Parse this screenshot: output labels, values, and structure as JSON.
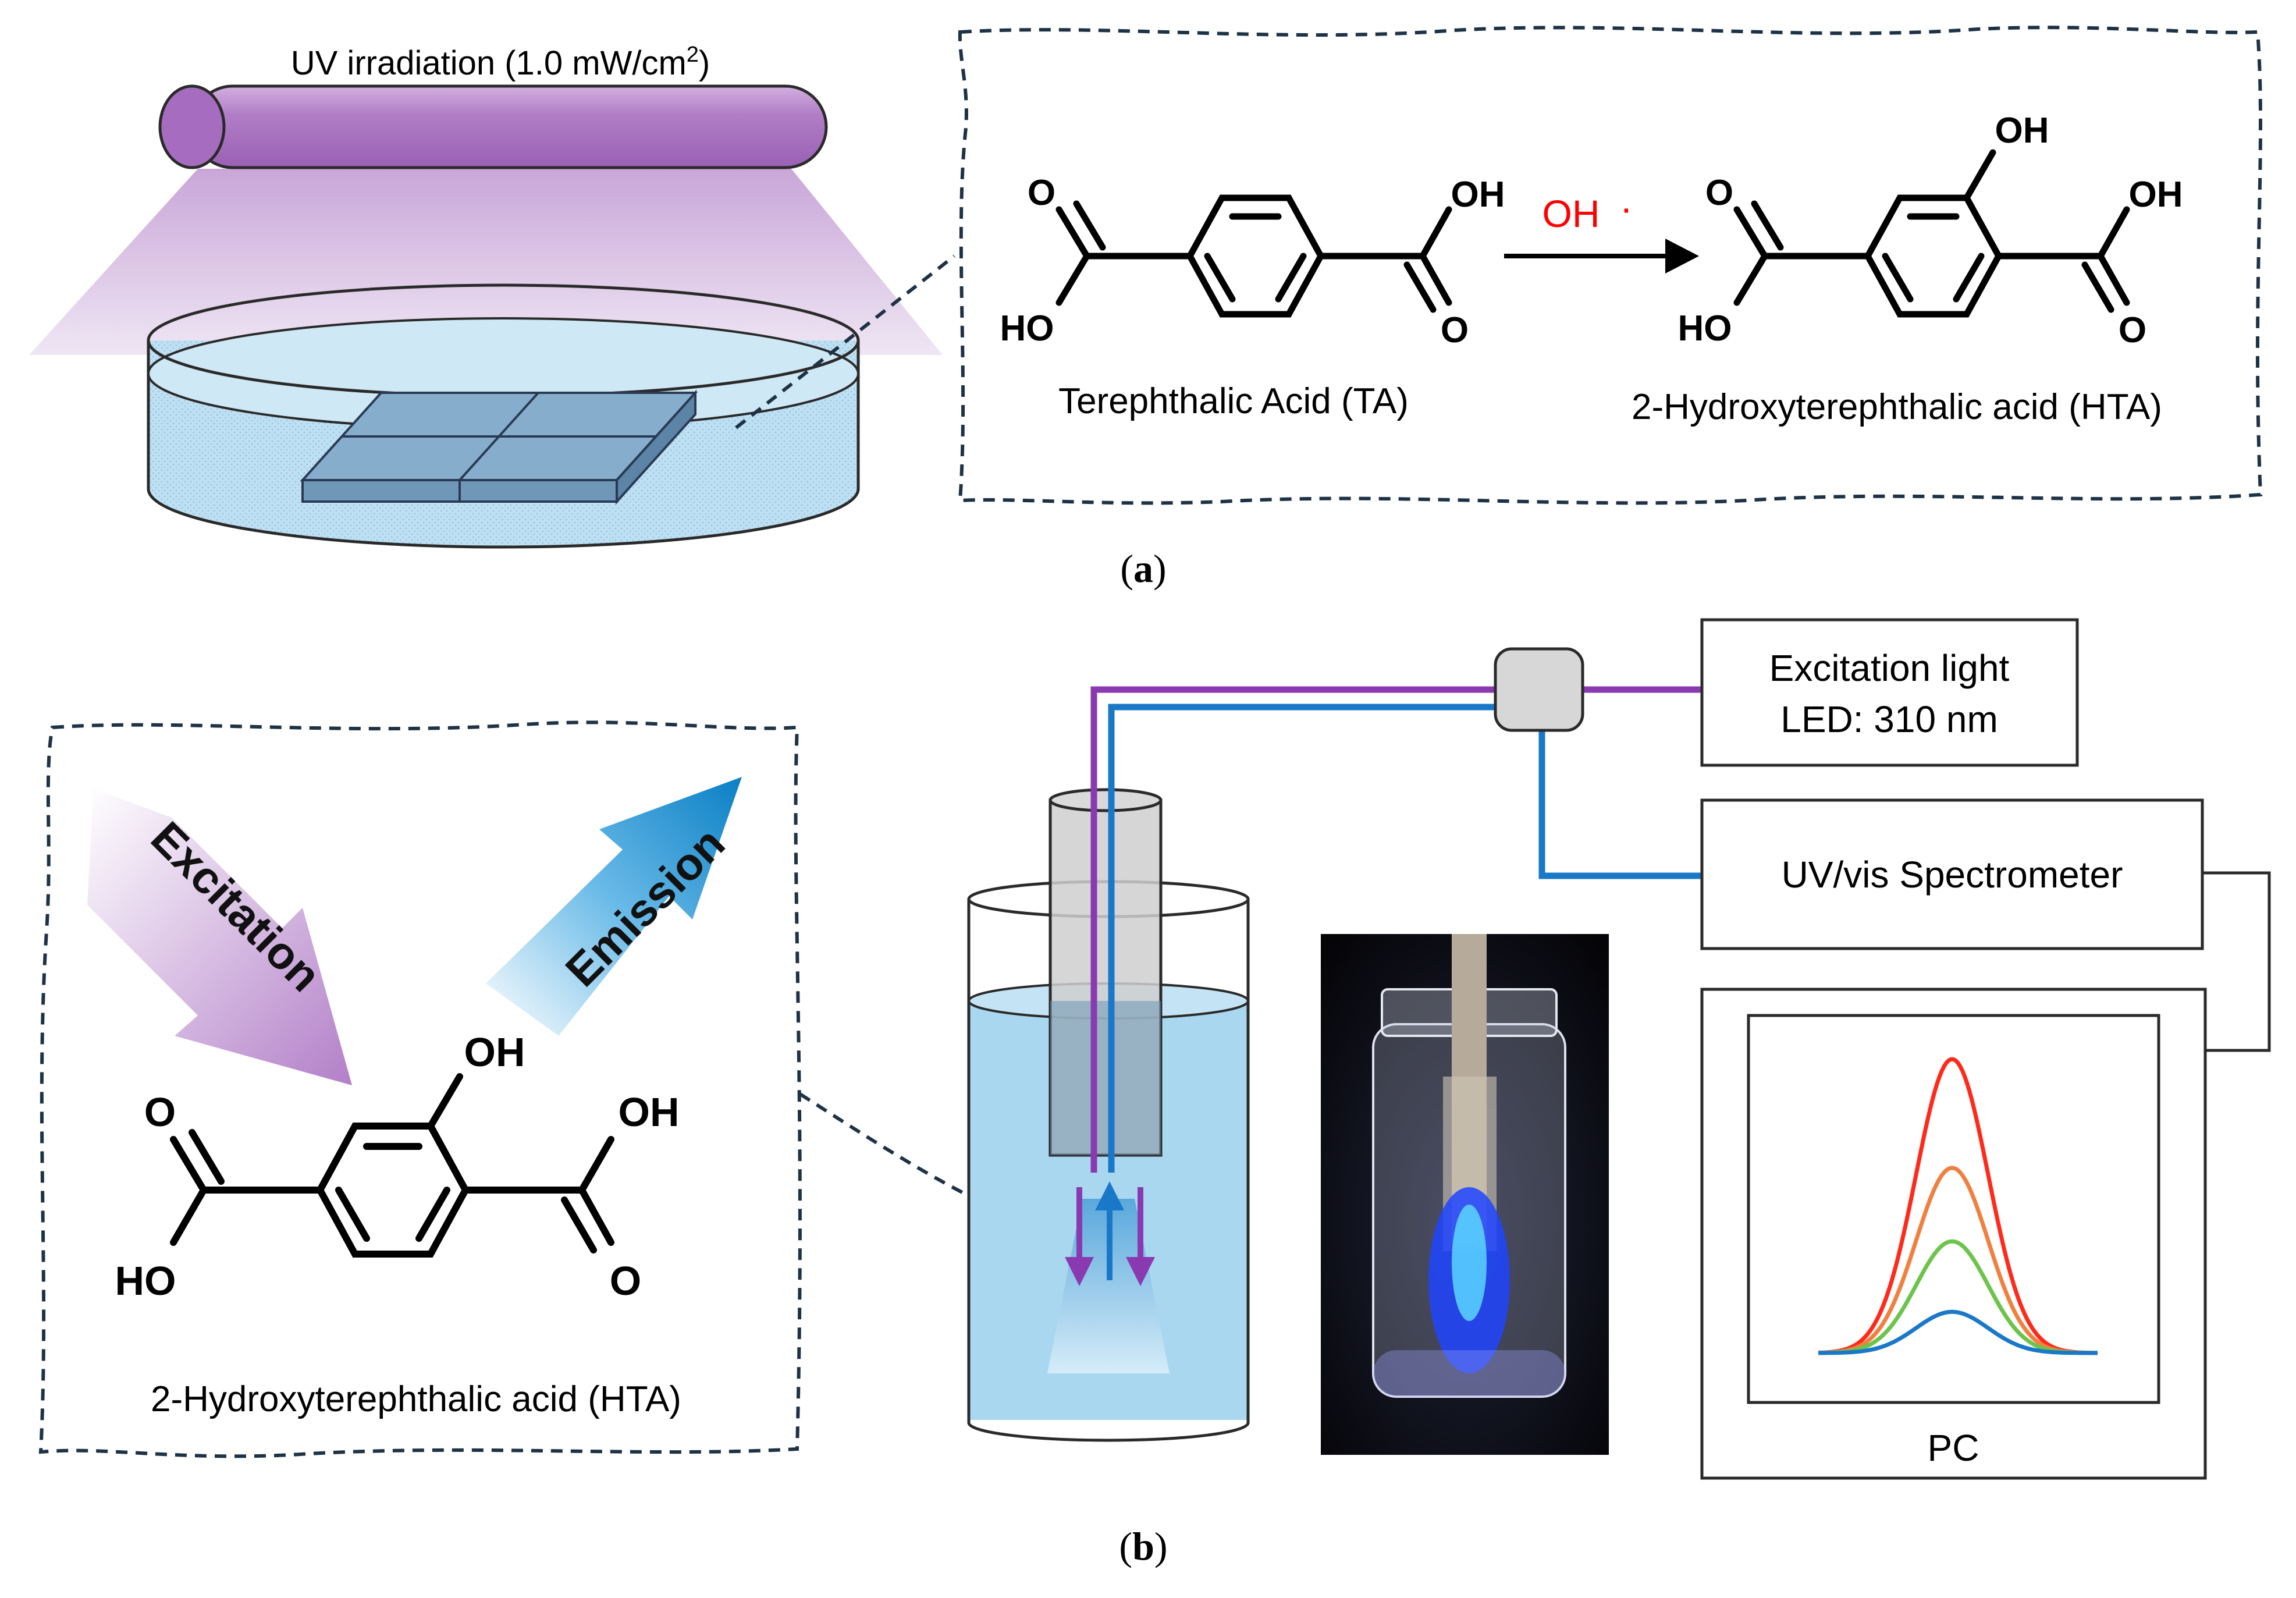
{
  "panel_a": {
    "uv_label": "UV irradiation (1.0 mW/cm",
    "uv_label_sup": "2",
    "uv_label_end": ")",
    "reagent": "OH",
    "radical_dot": "·",
    "ta_name": "Terephthalic Acid (TA)",
    "hta_name": "2-Hydroxyterephthalic acid (HTA)",
    "caption_open": "(",
    "caption_letter": "a",
    "caption_close": ")"
  },
  "panel_b": {
    "excitation": "Excitation",
    "emission": "Emission",
    "hta_name": "2-Hydroxyterephthalic acid (HTA)",
    "excitation_box_line1": "Excitation light",
    "excitation_box_line2": "LED: 310 nm",
    "spectrometer": "UV/vis Spectrometer",
    "pc": "PC",
    "caption_open": "(",
    "caption_letter": "b",
    "caption_close": ")"
  },
  "molecule_labels": {
    "o": "O",
    "oh": "OH",
    "ho": "HO"
  },
  "colors": {
    "uv_purple": "#a870c0",
    "fiber_purple": "#8a3ab0",
    "fiber_blue": "#1a78c8",
    "water_blue": "#a9d7ef",
    "reagent_red": "#ff0000",
    "dash": "#1e3245"
  },
  "chart_data": {
    "type": "line",
    "series": [
      {
        "color": "#ff2a1a",
        "peak": 1.0
      },
      {
        "color": "#f08040",
        "peak": 0.63
      },
      {
        "color": "#6cc44a",
        "peak": 0.38
      },
      {
        "color": "#1a78c8",
        "peak": 0.14
      }
    ]
  }
}
